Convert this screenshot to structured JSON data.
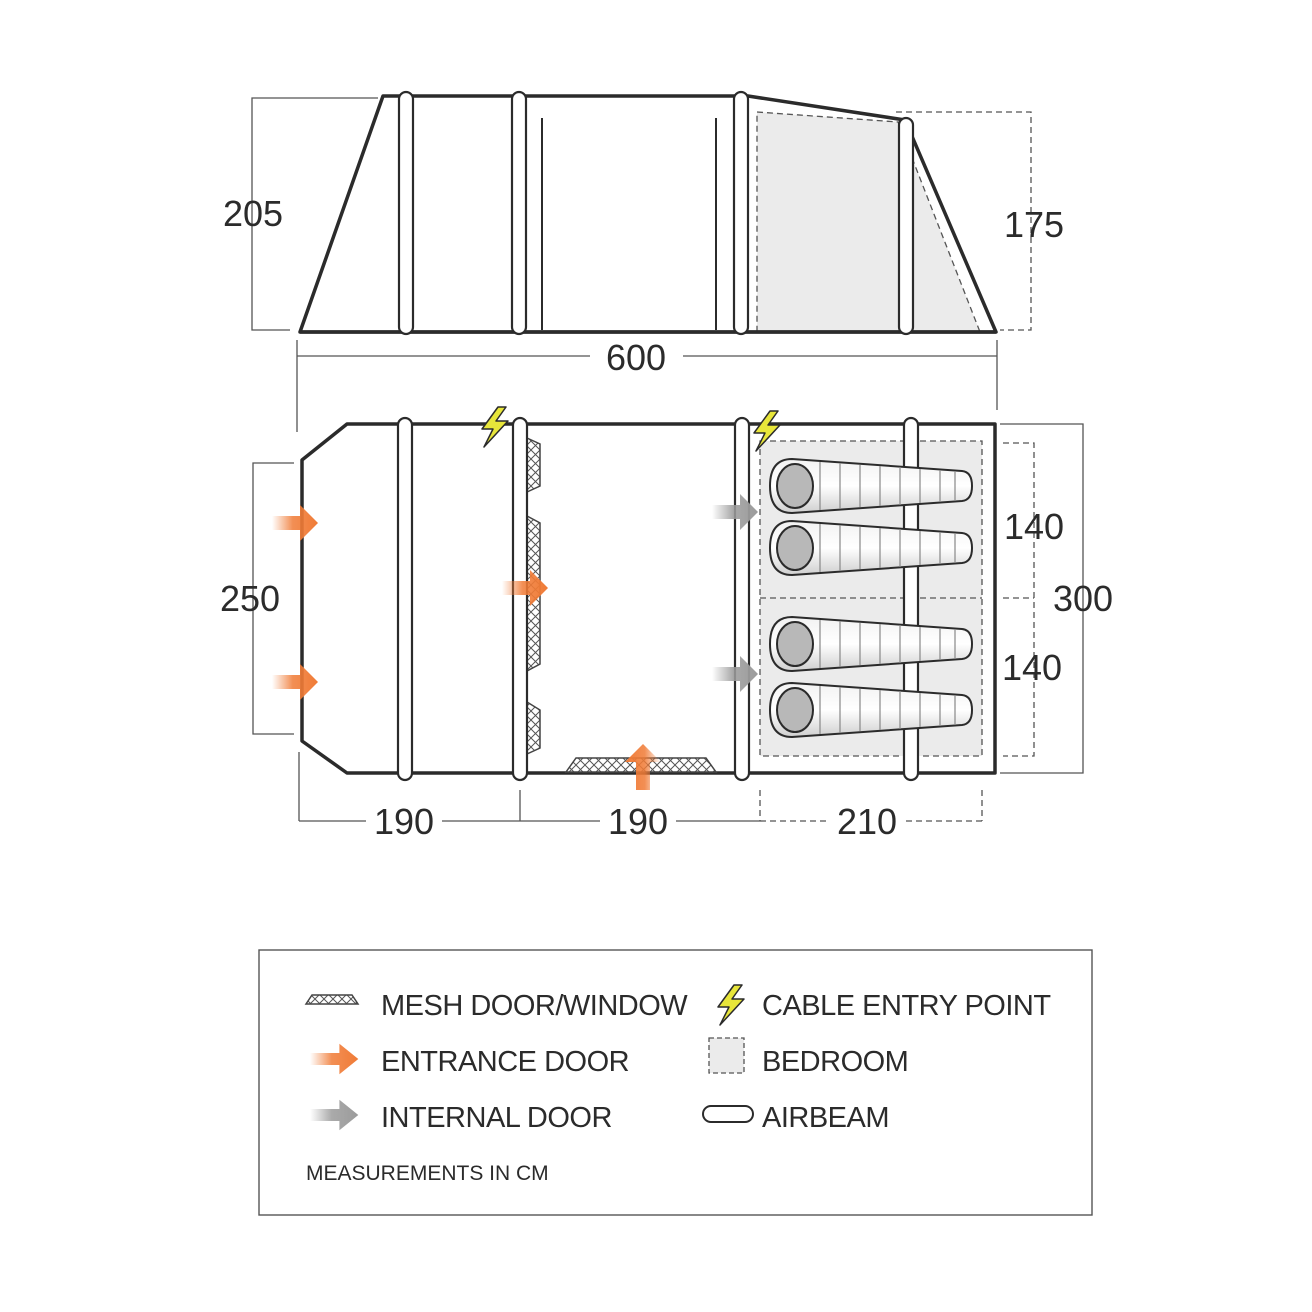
{
  "dimensions": {
    "height_front": "205",
    "height_rear": "175",
    "length_total": "600",
    "width_front": "250",
    "width_total": "300",
    "bedroom_width_1": "140",
    "bedroom_width_2": "140",
    "section_1": "190",
    "section_2": "190",
    "section_3": "210"
  },
  "legend": {
    "mesh": "MESH DOOR/WINDOW",
    "entrance": "ENTRANCE DOOR",
    "internal": "INTERNAL DOOR",
    "cable": "CABLE ENTRY POINT",
    "bedroom": "BEDROOM",
    "airbeam": "AIRBEAM",
    "note": "MEASUREMENTS IN CM"
  },
  "colors": {
    "entrance_arrow": "#f07b36",
    "internal_arrow": "#9b9b9b",
    "cable": "#e8e63a",
    "bedroom_fill": "#ebebeb",
    "outline": "#2b2b2b"
  }
}
